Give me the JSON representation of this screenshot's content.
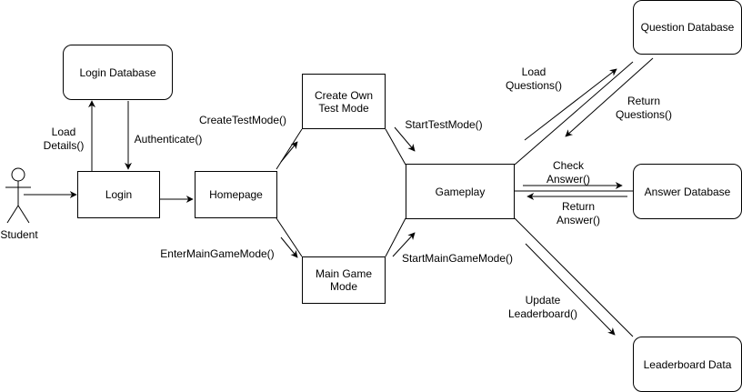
{
  "actor": {
    "label": "Student"
  },
  "nodes": {
    "login_database": "Login Database",
    "login": "Login",
    "homepage": "Homepage",
    "create_own_test_mode": "Create Own\nTest Mode",
    "main_game_mode": "Main Game\nMode",
    "gameplay": "Gameplay",
    "question_database": "Question Database",
    "answer_database": "Answer Database",
    "leaderboard_data": "Leaderboard Data"
  },
  "edges": {
    "load_details": "Load\nDetails()",
    "authenticate": "Authenticate()",
    "create_test_mode": "CreateTestMode()",
    "enter_main_game_mode": "EnterMainGameMode()",
    "start_test_mode": "StartTestMode()",
    "start_main_game_mode": "StartMainGameMode()",
    "load_questions": "Load\nQuestions()",
    "return_questions": "Return\nQuestions()",
    "check_answer": "Check\nAnswer()",
    "return_answer": "Return\nAnswer()",
    "update_leaderboard": "Update\nLeaderboard()"
  }
}
